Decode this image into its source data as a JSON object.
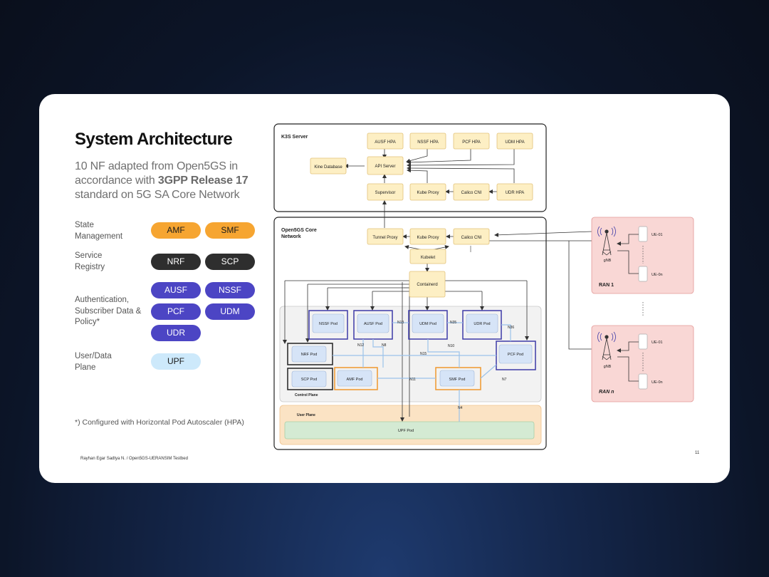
{
  "slide": {
    "title": "System Architecture",
    "subtitle": {
      "part1": "10 NF adapted from Open5GS in accordance with ",
      "bold": "3GPP Release 17",
      "part2": " standard on 5G SA Core Network"
    },
    "categories": {
      "state": {
        "label": "State Management",
        "pills": [
          "AMF",
          "SMF"
        ]
      },
      "registry": {
        "label": "Service Registry",
        "pills": [
          "NRF",
          "SCP"
        ]
      },
      "auth": {
        "label": "Authentication, Subscriber Data & Policy*",
        "pills": [
          "AUSF",
          "NSSF",
          "PCF",
          "UDM",
          "UDR"
        ]
      },
      "plane": {
        "label": "User/Data Plane",
        "pills": [
          "UPF"
        ]
      }
    },
    "footnote": "*) Configured with Horizontal Pod Autoscaler (HPA)",
    "credit": "Rayhan Egar Sadtya N. / Open5GS-UERANSIM Testbed",
    "page_number": "11"
  },
  "colors": {
    "orange": "#f6a531",
    "dark": "#2e2e2e",
    "blue": "#4c45c4",
    "light_blue": "#cde9fb",
    "node_fill": "#fdefc4",
    "node_stroke": "#e2c27a",
    "ran_fill": "#f9d7d5",
    "ran_stroke": "#e39a98",
    "pod_fill": "#d6e4f7",
    "user_plane_fill": "#fbe3c4",
    "upf_fill": "#d4ead3"
  },
  "diagram": {
    "k3s": {
      "title": "K3S Server",
      "hpa": [
        "AUSF HPA",
        "NSSF HPA",
        "PCF HPA",
        "UDM HPA",
        "UDR HPA"
      ],
      "kine": "Kine Database",
      "api": "API Server",
      "supervisor": "Supervisor",
      "kube_proxy": "Kube Proxy",
      "calico": "Calico CNI"
    },
    "core": {
      "title_line1": "Open5GS Core",
      "title_line2": "Network",
      "tunnel_proxy": "Tunnel Proxy",
      "kube_proxy": "Kube Proxy",
      "calico": "Calico CNI",
      "kubelet": "Kubelet",
      "containerd": "Containerd",
      "control_plane": "Control Plane",
      "user_plane": "User Plane",
      "pods": {
        "nssf": "NSSF Pod",
        "ausf": "AUSF Pod",
        "udm": "UDM Pod",
        "udr": "UDR Pod",
        "nrf": "NRF Pod",
        "pcf": "PCF Pod",
        "scp": "SCP Pod",
        "amf": "AMF Pod",
        "smf": "SMF Pod",
        "upf": "UPF Pod"
      },
      "interfaces": [
        "N13",
        "N35",
        "N36",
        "N12",
        "N8",
        "N10",
        "N15",
        "N11",
        "N7",
        "N4"
      ]
    },
    "ran": [
      {
        "title": "RAN 1",
        "gnb": "gNB",
        "ue_first": "UE-01",
        "ue_last": "UE-0n"
      },
      {
        "title": "RAN n",
        "gnb": "gNB",
        "ue_first": "UE-01",
        "ue_last": "UE-0n"
      }
    ]
  }
}
